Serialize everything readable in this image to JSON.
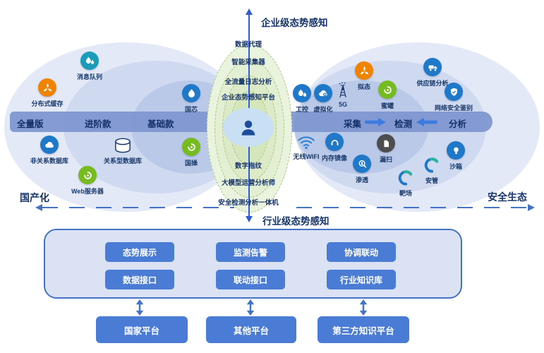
{
  "top": {
    "title": "企业级态势感知"
  },
  "bottom": {
    "title": "行业级态势感知"
  },
  "axes": {
    "left": "国产化",
    "right": "安全生态"
  },
  "bands": {
    "left": [
      "全量版",
      "进阶款",
      "基础款"
    ],
    "right": [
      "采集",
      "检测",
      "分析"
    ]
  },
  "chain": {
    "top": [
      "数据代理",
      "智能采集器",
      "全流量日志分析",
      "企业态势感知平台"
    ],
    "bottom": [
      "数字指纹",
      "大模型运营分析师",
      "安全检测分析一体机"
    ]
  },
  "icons": {
    "msg_queue": {
      "label": "消息队列"
    },
    "dist_cache": {
      "label": "分布式缓存"
    },
    "guoxin": {
      "label": "国芯"
    },
    "nosql": {
      "label": "非关系数据库"
    },
    "rdbms": {
      "label": "关系型数据库"
    },
    "guocao": {
      "label": "国操"
    },
    "web_server": {
      "label": "Web服务器"
    },
    "ics": {
      "label": "工控"
    },
    "virtualization": {
      "label": "虚拟化"
    },
    "five_g": {
      "label": "5G"
    },
    "mimicry": {
      "label": "拟态"
    },
    "honeypot": {
      "label": "蜜罐"
    },
    "supply_chain": {
      "label": "供应链分析"
    },
    "net_sec_id": {
      "label": "网络安全鉴别"
    },
    "wifi": {
      "label": "无线WIFI"
    },
    "mem_mirror": {
      "label": "内存镜像"
    },
    "vuln_scan": {
      "label": "漏扫"
    },
    "pentest": {
      "label": "渗透"
    },
    "range": {
      "label": "靶场"
    },
    "sec_mgmt": {
      "label": "安管"
    },
    "sandbox": {
      "label": "沙箱"
    }
  },
  "industry": {
    "buttons": [
      "态势展示",
      "监测告警",
      "协调联动",
      "数据接口",
      "联动接口",
      "行业知识库"
    ]
  },
  "platforms": [
    {
      "label": "国家平台"
    },
    {
      "label": "其他平台"
    },
    {
      "label": "第三方知识平台"
    }
  ],
  "colors": {
    "navy": "#17356B",
    "band_blue": "#7D95CF",
    "bright_blue": "#3D7BE0",
    "button_blue": "#4A7CD6",
    "box_fill": "#DBE2F3",
    "box_border": "#4472C4",
    "ellipse_outer": "#E4E9F7",
    "ellipse_mid": "#CFD9F0",
    "ellipse_inner": "#BBC9E8",
    "onion_fill": "#EAF3DE",
    "onion_border": "#A6C87C",
    "icon_teal": "#1B9DB9",
    "icon_orange": "#F08300",
    "icon_blue": "#1F78C8",
    "icon_green": "#76BC21",
    "icon_dark": "#4D4D4D"
  }
}
